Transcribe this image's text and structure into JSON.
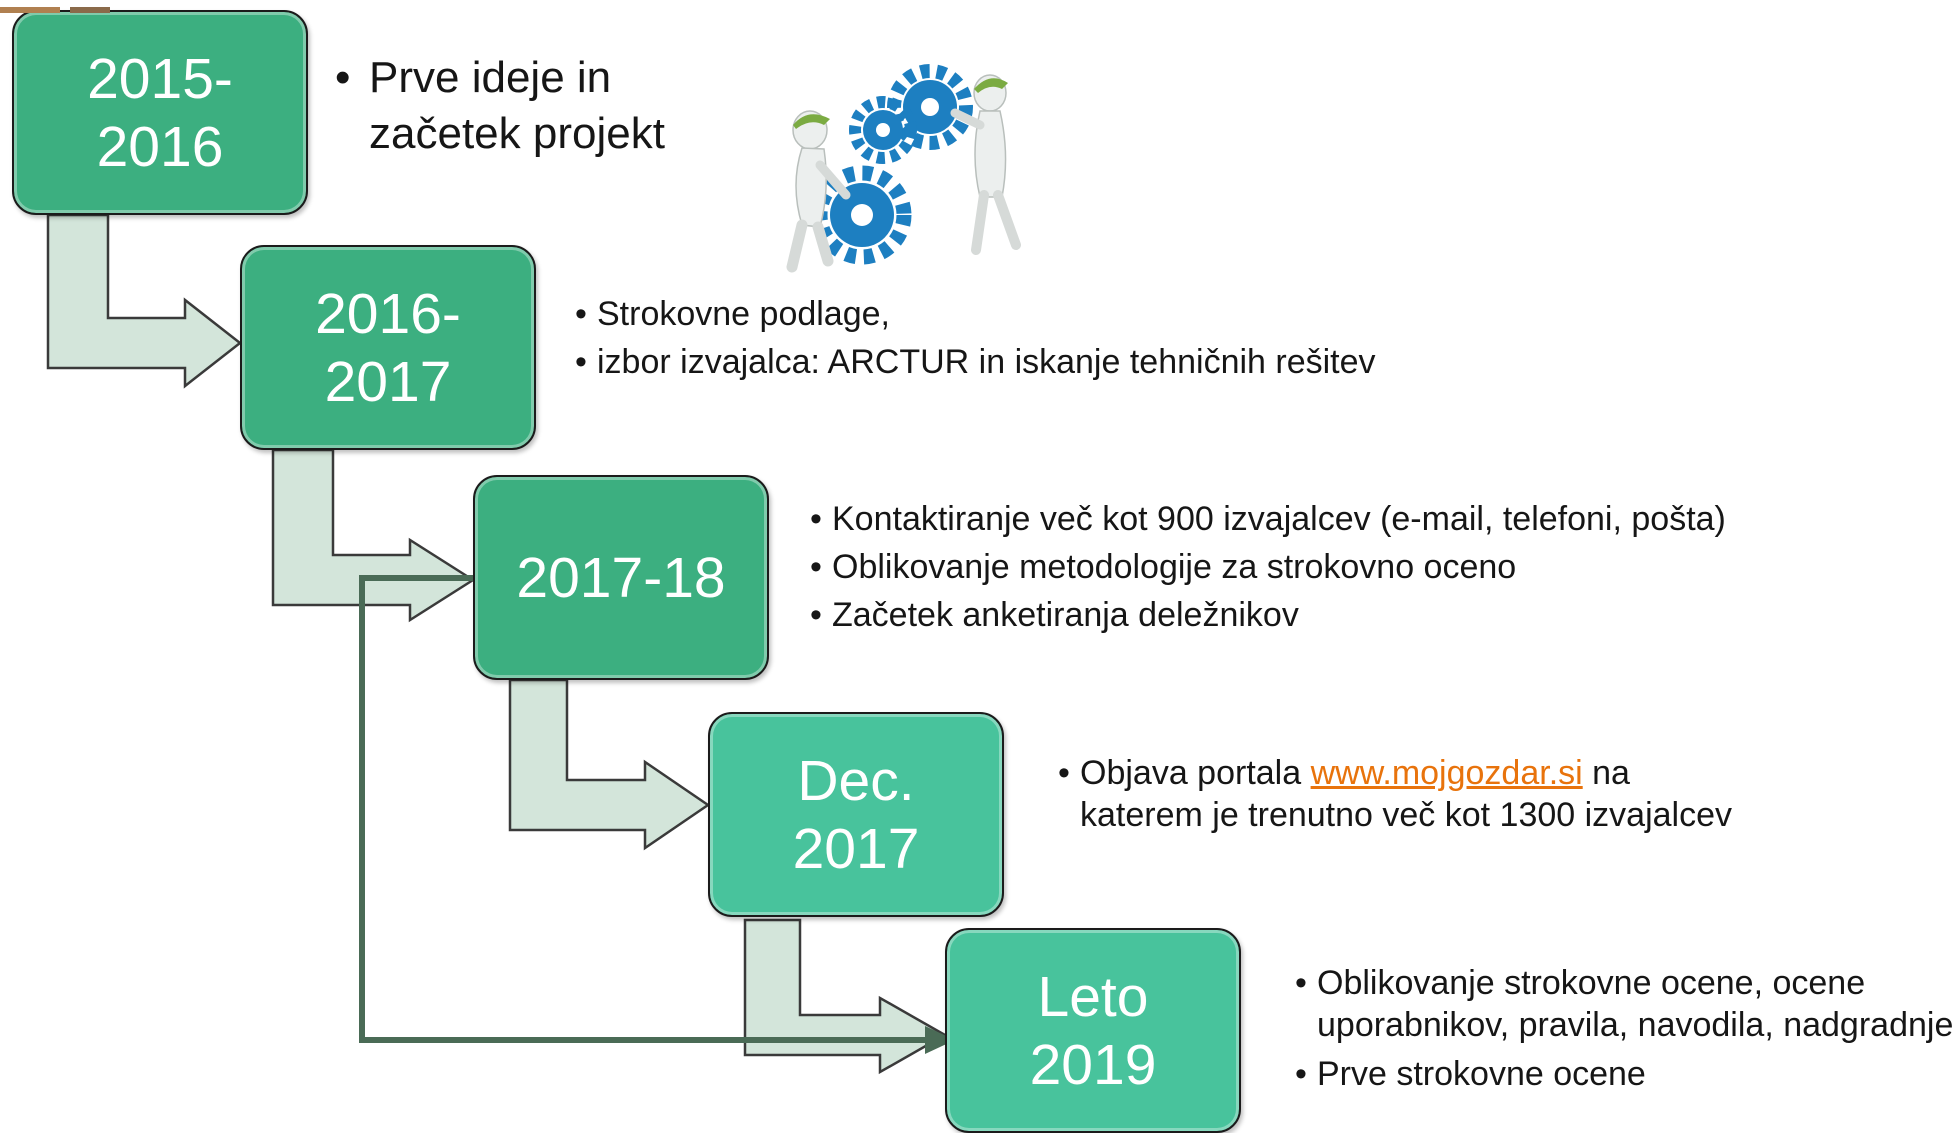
{
  "colors": {
    "box_dark": "#3caf80",
    "box_light": "#48c39c",
    "box_border": "#1b1b1b",
    "arrow_fill": "#d3e5da",
    "arrow_stroke": "#3a3a3a",
    "loop_line": "#4a6b56",
    "link": "#e8730c",
    "gear": "#1d7fc1"
  },
  "illustration": "two-figures-with-gears",
  "stages": [
    {
      "period": [
        "2015-",
        "2016"
      ],
      "items": [
        {
          "lines": [
            "Prve ideje in",
            "začetek projekt"
          ]
        }
      ]
    },
    {
      "period": [
        "2016-",
        "2017"
      ],
      "items": [
        {
          "lines": [
            "Strokovne podlage,"
          ]
        },
        {
          "lines": [
            "izbor izvajalca: ARCTUR in iskanje tehničnih rešitev"
          ]
        }
      ]
    },
    {
      "period": [
        "2017-18"
      ],
      "items": [
        {
          "lines": [
            "Kontaktiranje več kot 900 izvajalcev (e-mail, telefoni, pošta)"
          ]
        },
        {
          "lines": [
            "Oblikovanje metodologije za strokovno oceno"
          ]
        },
        {
          "lines": [
            "Začetek anketiranja deležnikov"
          ]
        }
      ]
    },
    {
      "period": [
        "Dec.",
        "2017"
      ],
      "items": [
        {
          "prefix": "Objava portala ",
          "link": "www.mojgozdar.si",
          "suffix": " na",
          "lines": [
            "katerem je trenutno več kot 1300 izvajalcev"
          ]
        }
      ]
    },
    {
      "period": [
        "Leto",
        "2019"
      ],
      "items": [
        {
          "lines": [
            "Oblikovanje strokovne ocene, ocene",
            "uporabnikov, pravila, navodila, nadgradnje"
          ]
        },
        {
          "lines": [
            "Prve strokovne ocene"
          ]
        }
      ]
    }
  ]
}
